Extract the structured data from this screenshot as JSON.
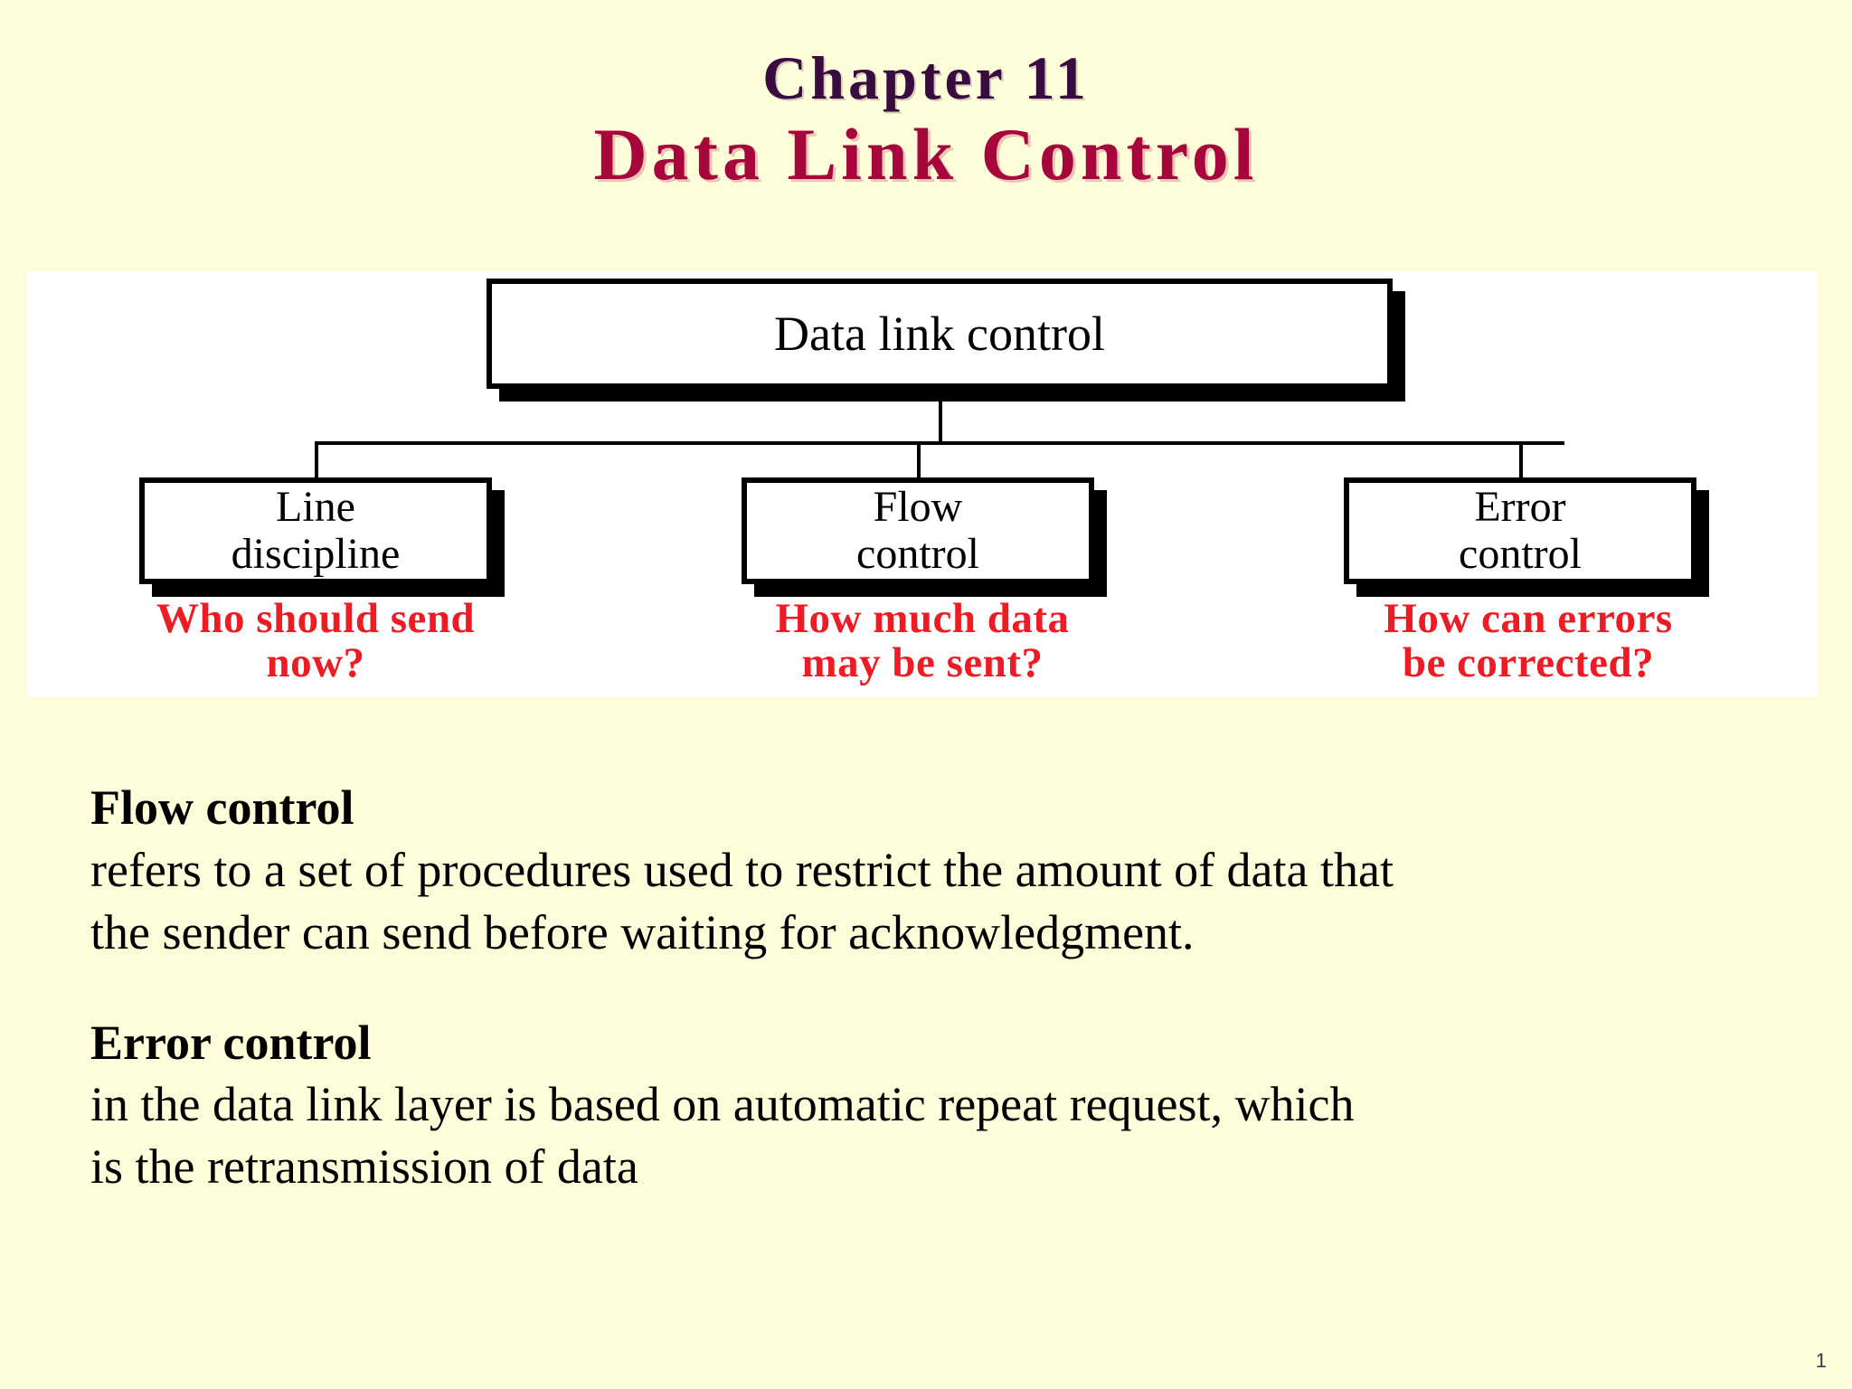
{
  "slide": {
    "chapter_label": "Chapter 11",
    "deck_title": "Data Link Control",
    "page_number": "1",
    "colors": {
      "background": "#fdfdda",
      "chapter_label": "#3a0b3f",
      "deck_title": "#a6063c",
      "question_text": "#ed1c24",
      "panel": "#ffffff",
      "box_border": "#000000"
    }
  },
  "diagram": {
    "root": {
      "label": "Data link control"
    },
    "children": [
      {
        "label": "Line\ndiscipline",
        "label_line1": "Line",
        "label_line2": "discipline",
        "question_line1": "Who should send",
        "question_line2": "now?"
      },
      {
        "label": "Flow\ncontrol",
        "label_line1": "Flow",
        "label_line2": "control",
        "question_line1": "How much data",
        "question_line2": "may be sent?"
      },
      {
        "label": "Error\ncontrol",
        "label_line1": "Error",
        "label_line2": "control",
        "question_line1": "How can errors",
        "question_line2": "be corrected?"
      }
    ]
  },
  "body": {
    "entries": [
      {
        "term": "Flow control",
        "definition_line1": "refers to a set of procedures used to restrict the amount of data that",
        "definition_line2": "the sender can send before waiting for acknowledgment."
      },
      {
        "term": "Error control",
        "definition_line1": "in the data link layer is based on automatic repeat request, which",
        "definition_line2": "is the retransmission of data"
      }
    ]
  }
}
